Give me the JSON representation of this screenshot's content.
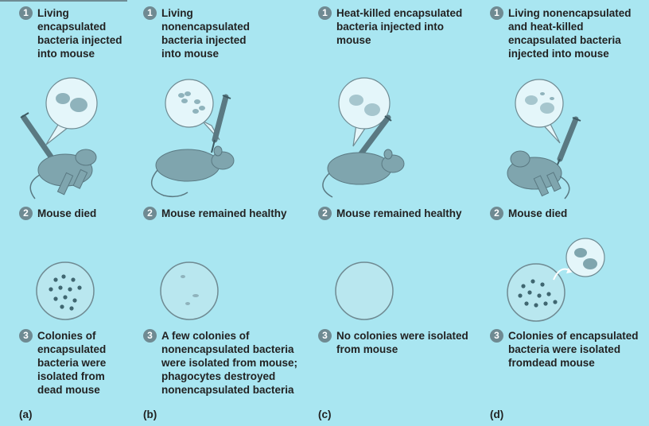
{
  "colors": {
    "background": "#a9e6f1",
    "number_badge": "#6f8a92",
    "mouse": "#7fa5ae",
    "dish": "#b9e7ef",
    "colony": "#3f6670"
  },
  "panels": [
    {
      "label": "(a)",
      "step1": "Living\nencapsulated\nbacteria injected\ninto mouse",
      "step2": "Mouse died",
      "step3": "Colonies of\nencapsulated\nbacteria were\nisolated from\ndead mouse"
    },
    {
      "label": "(b)",
      "step1": "Living\nnonencapsulated\nbacteria injected\ninto mouse",
      "step2": "Mouse  remained healthy",
      "step3": "A few colonies of\nnonencapsulated bacteria\nwere isolated from mouse;\nphagocytes destroyed\nnonencapsulated bacteria"
    },
    {
      "label": "(c)",
      "step1": "Heat-killed encapsulated\nbacteria injected into\nmouse",
      "step2": "Mouse  remained healthy",
      "step3": "No colonies were isolated\nfrom mouse"
    },
    {
      "label": "(d)",
      "step1": "Living nonencapsulated\nand heat-killed\nencapsulated bacteria\ninjected into mouse",
      "step2": "Mouse died",
      "step3": "Colonies of encapsulated\nbacteria were isolated\nfromdead mouse"
    }
  ],
  "step_numbers": [
    "1",
    "2",
    "3"
  ]
}
